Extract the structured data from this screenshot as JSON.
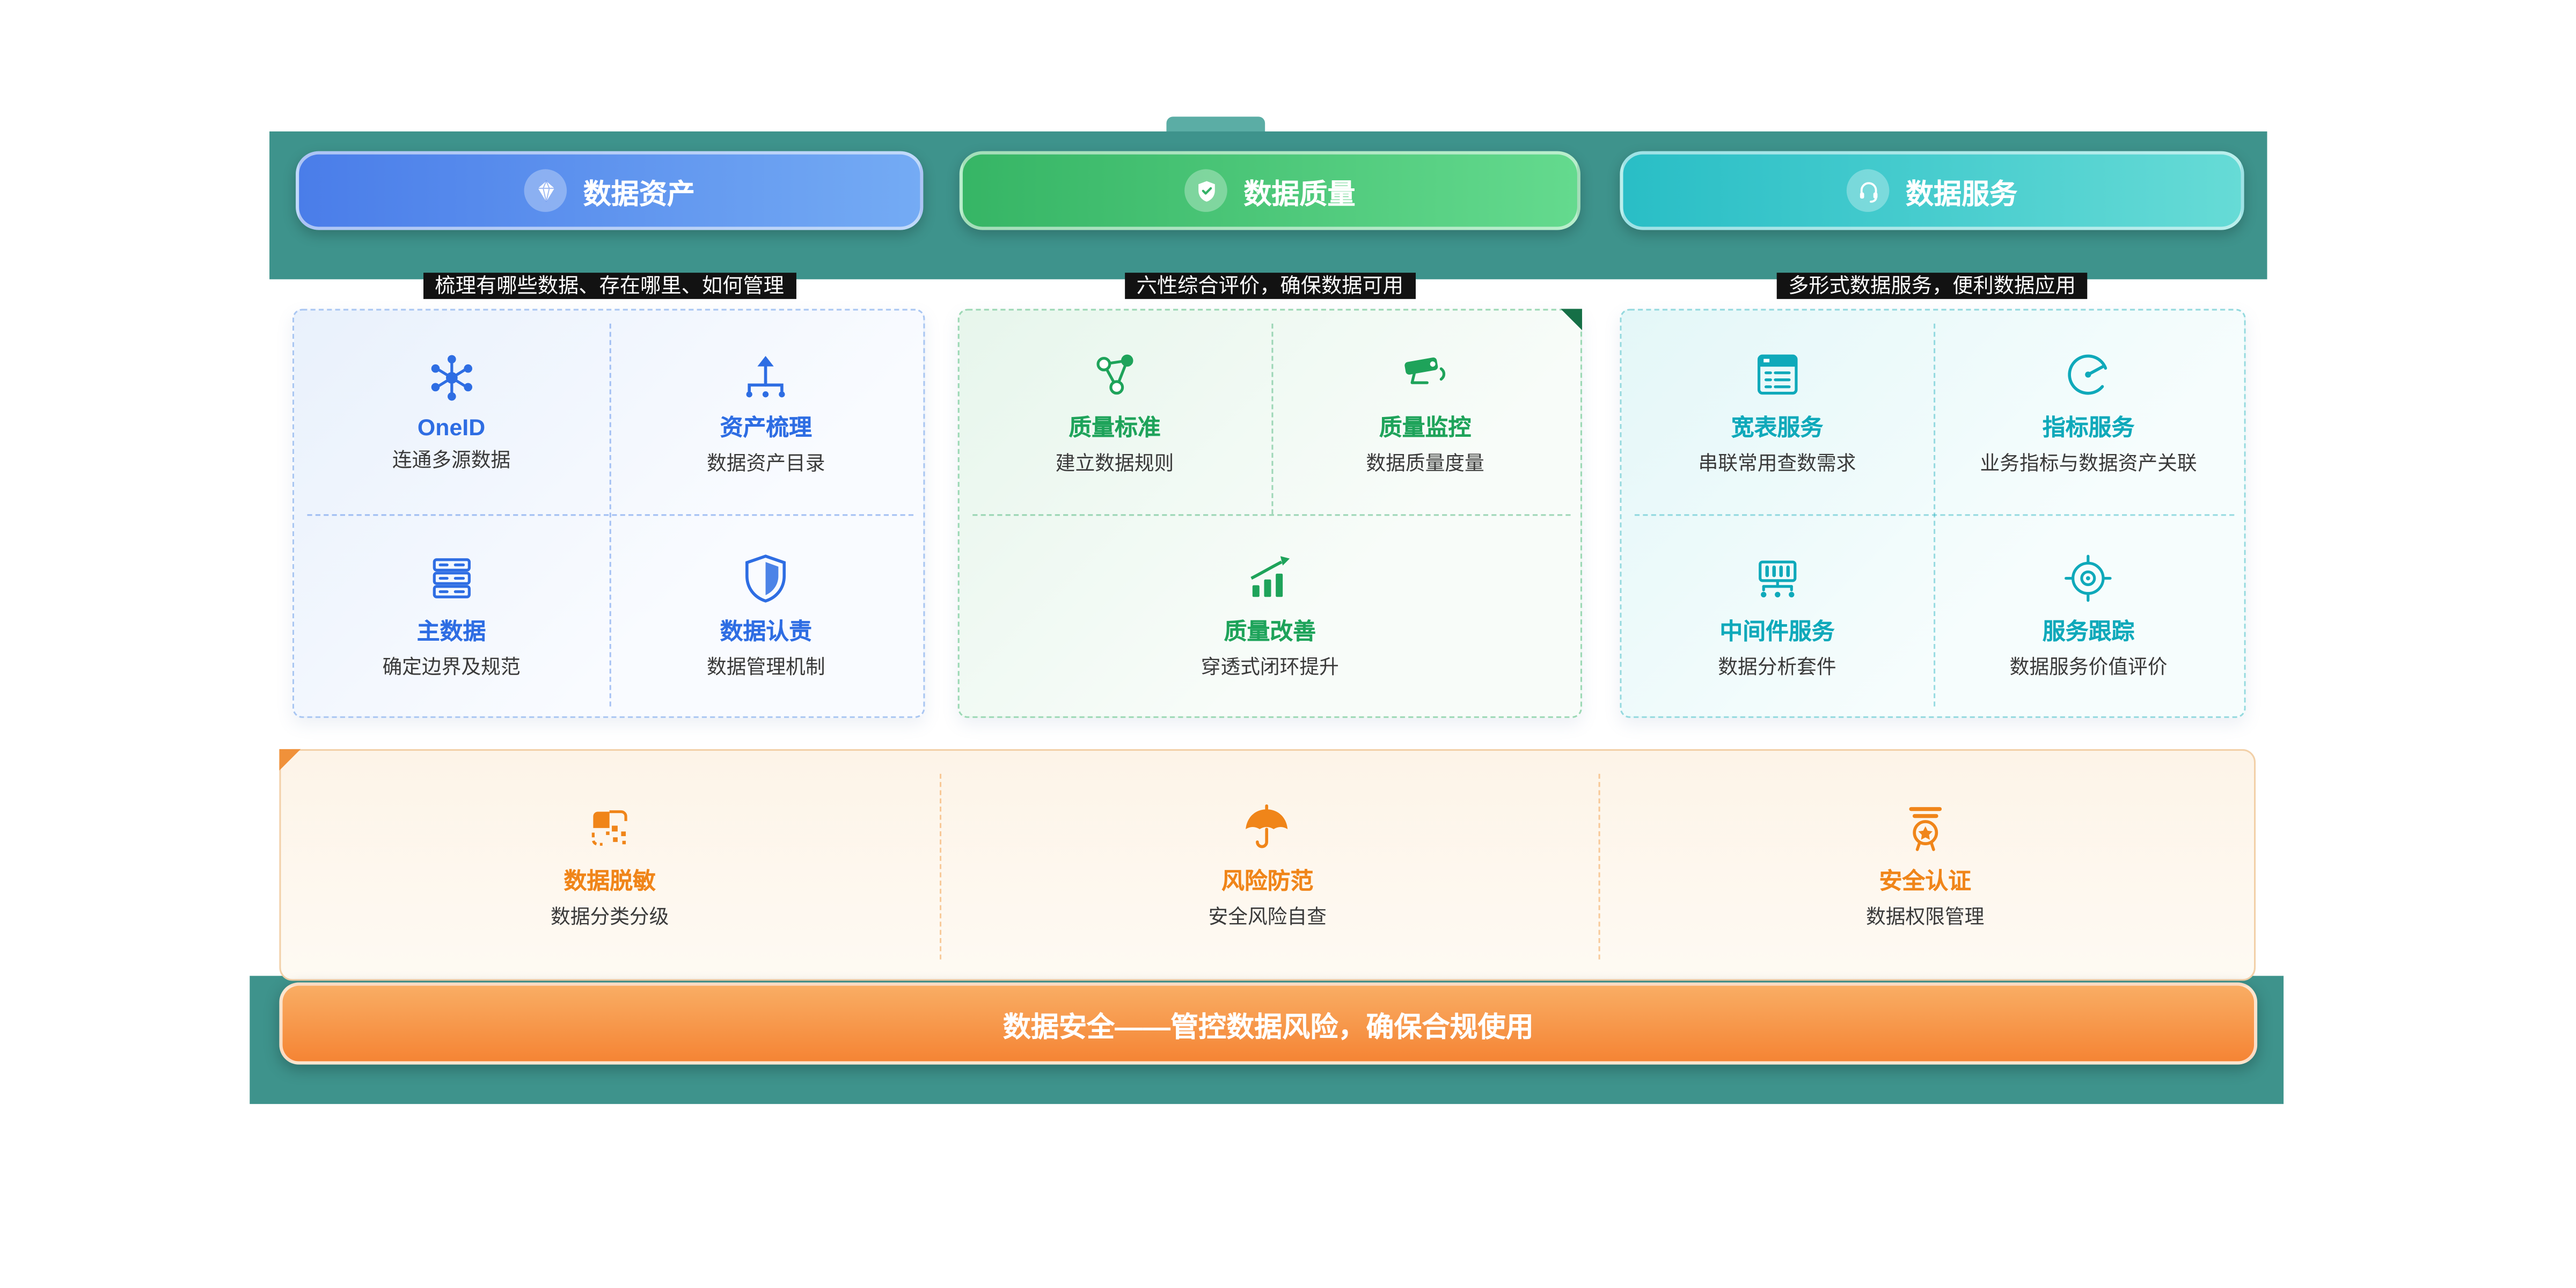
{
  "colors": {
    "band": "#3e938c",
    "assets_accent": "#2e6de3",
    "quality_accent": "#1ea35a",
    "services_accent": "#0fa9ba",
    "security_accent": "#f08519",
    "banner_gradient": [
      "#f9ad64",
      "#f58434"
    ]
  },
  "header": {
    "tabs": [
      {
        "label": "数据资产",
        "icon": "gem-icon"
      },
      {
        "label": "数据质量",
        "icon": "shield-check-icon"
      },
      {
        "label": "数据服务",
        "icon": "headset-icon"
      }
    ]
  },
  "sections": [
    {
      "title": "数据资产",
      "subtitle": "梳理有哪些数据、存在哪里、如何管理",
      "items": [
        {
          "title": "OneID",
          "desc": "连通多源数据",
          "icon": "network-icon"
        },
        {
          "title": "资产梳理",
          "desc": "数据资产目录",
          "icon": "sitemap-icon"
        },
        {
          "title": "主数据",
          "desc": "确定边界及规范",
          "icon": "database-icon"
        },
        {
          "title": "数据认责",
          "desc": "数据管理机制",
          "icon": "shield-icon"
        }
      ]
    },
    {
      "title": "数据质量",
      "subtitle": "六性综合评价，确保数据可用",
      "items": [
        {
          "title": "质量标准",
          "desc": "建立数据规则",
          "icon": "molecule-icon"
        },
        {
          "title": "质量监控",
          "desc": "数据质量度量",
          "icon": "cctv-icon"
        },
        {
          "title": "质量改善",
          "desc": "穿透式闭环提升",
          "icon": "chart-up-icon"
        }
      ]
    },
    {
      "title": "数据服务",
      "subtitle": "多形式数据服务，便利数据应用",
      "items": [
        {
          "title": "宽表服务",
          "desc": "串联常用查数需求",
          "icon": "table-icon"
        },
        {
          "title": "指标服务",
          "desc": "业务指标与数据资产关联",
          "icon": "gauge-icon"
        },
        {
          "title": "中间件服务",
          "desc": "数据分析套件",
          "icon": "middleware-icon"
        },
        {
          "title": "服务跟踪",
          "desc": "数据服务价值评价",
          "icon": "target-icon"
        }
      ]
    }
  ],
  "security": {
    "items": [
      {
        "title": "数据脱敏",
        "desc": "数据分类分级",
        "icon": "mask-icon"
      },
      {
        "title": "风险防范",
        "desc": "安全风险自查",
        "icon": "umbrella-icon"
      },
      {
        "title": "安全认证",
        "desc": "数据权限管理",
        "icon": "badge-star-icon"
      }
    ],
    "banner": "数据安全——管控数据风险，确保合规使用"
  }
}
